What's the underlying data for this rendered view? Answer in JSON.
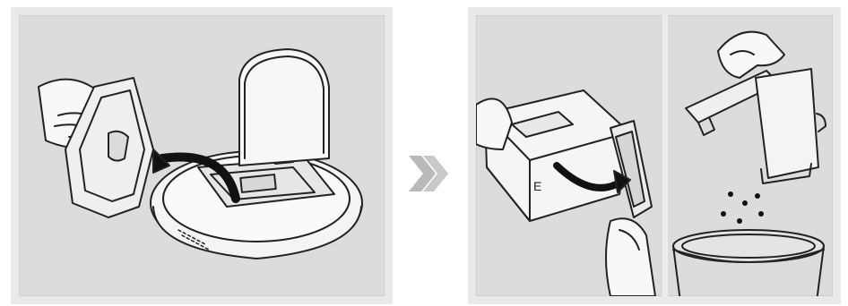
{
  "figure": {
    "steps": [
      {
        "icon": "open-lid-remove-dustbin-illustration"
      },
      {
        "icon": "open-dustbin-cover-illustration"
      },
      {
        "icon": "empty-dustbin-into-trash-illustration"
      }
    ],
    "separator_icon": "double-chevron-right-icon",
    "colors": {
      "panel_border": "#e9e9e9",
      "panel_fill": "#dcdcdc",
      "line_art": "#222222",
      "arrow": "#b9b9b9"
    }
  }
}
